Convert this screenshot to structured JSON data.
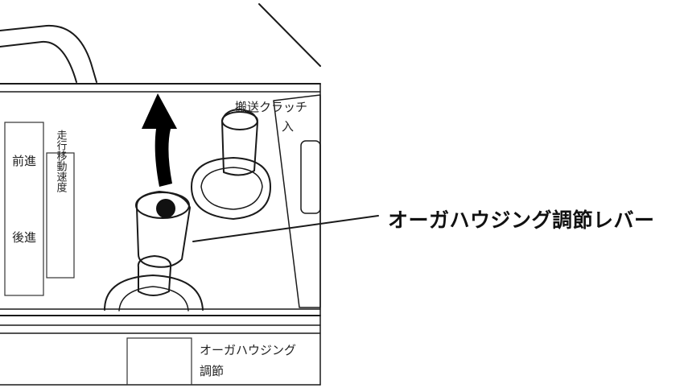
{
  "callout": {
    "label": "オーガハウジング調節レバー"
  },
  "panel": {
    "upper_right_label": "搬送クラッチ",
    "upper_right_sub": "入",
    "left_top_label": "前進",
    "left_bottom_label": "後進",
    "left_vertical_label": "走行移動速度",
    "bottom_label_line1": "オーガハウジング",
    "bottom_label_line2": "調節"
  },
  "arrow": {
    "direction": "up",
    "color": "#000000"
  },
  "icons": [
    "lever-knob-icon",
    "push-direction-arrow-icon"
  ]
}
